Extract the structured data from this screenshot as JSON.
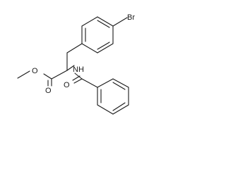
{
  "molecule": {
    "atoms": {
      "br": "Br",
      "ester_o": "O",
      "carbonyl_o": "O",
      "nh": "NH",
      "amide_o": "O"
    }
  }
}
